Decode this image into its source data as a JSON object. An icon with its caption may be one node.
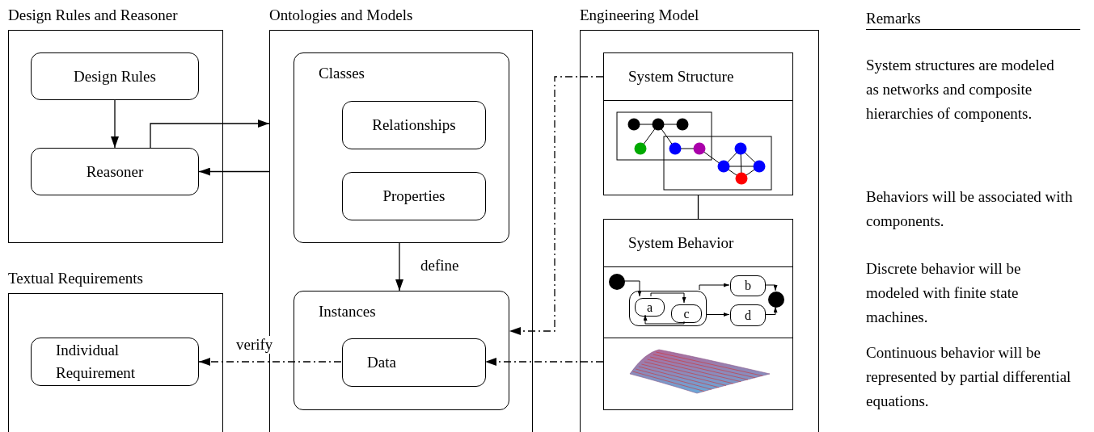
{
  "diagram": {
    "nodes": [
      {
        "text": [
          "Design Rules and Reasoner"
        ]
      },
      {
        "text": [
          "Design Rules"
        ],
        "in": 0
      },
      {
        "text": [
          "Reasoner"
        ],
        "in": 0
      },
      {
        "text": [
          "Ontologies and Models"
        ]
      },
      {
        "text": [
          "Classes"
        ],
        "in": 3
      },
      {
        "text": [
          "Relationships"
        ],
        "in": 4
      },
      {
        "text": [
          "Properties"
        ],
        "in": 4
      },
      {
        "text": [
          "Instances"
        ],
        "in": 3
      },
      {
        "text": [
          "Data"
        ],
        "in": 7
      },
      {
        "text": [
          "Textual Requirements"
        ]
      },
      {
        "text": [
          "Individual Requirement"
        ],
        "in": 9
      },
      {
        "text": [
          "Engineering Model"
        ]
      },
      {
        "text": [
          "System Structure"
        ],
        "in": 11
      },
      {
        "text": [],
        "shape": "picture",
        "in": 11
      },
      {
        "text": [
          "System Behavior"
        ],
        "in": 11
      },
      {
        "text": [],
        "shape": "box",
        "in": 11
      },
      {
        "text": [],
        "shape": "box",
        "in": 15
      },
      {
        "text": [],
        "shape": "circle",
        "in": 15
      },
      {
        "text": [
          "a"
        ],
        "in": 16
      },
      {
        "text": [
          "c"
        ],
        "in": 16
      },
      {
        "text": [
          "b"
        ],
        "in": 15
      },
      {
        "text": [
          "d"
        ],
        "in": 15
      },
      {
        "text": [],
        "shape": "circle",
        "in": 15
      },
      {
        "text": [],
        "shape": "picture",
        "in": 11
      }
    ],
    "edges": [
      {
        "from": 1,
        "to": 2,
        "arrow": "to"
      },
      {
        "from": 2,
        "to": 3,
        "arrow": "to"
      },
      {
        "from": 3,
        "to": 2,
        "arrow": "to"
      },
      {
        "from": 4,
        "to": 7,
        "arrow": "to",
        "label": "define"
      },
      {
        "from": 8,
        "to": 10,
        "arrow": "to",
        "label": "verify",
        "style": "dashed"
      },
      {
        "from": 12,
        "to": 7,
        "arrow": "to",
        "style": "dashed"
      },
      {
        "from": 23,
        "to": 8,
        "arrow": "to",
        "style": "dashed"
      },
      {
        "from": 13,
        "to": 14,
        "arrow": "none"
      },
      {
        "from": 17,
        "to": 18,
        "arrow": "to"
      },
      {
        "from": 18,
        "to": 19,
        "arrow": "to"
      },
      {
        "from": 19,
        "to": 18,
        "arrow": "to"
      },
      {
        "from": 16,
        "to": 20,
        "arrow": "to"
      },
      {
        "from": 16,
        "to": 21,
        "arrow": "to"
      },
      {
        "from": 20,
        "to": 22,
        "arrow": "to"
      },
      {
        "from": 21,
        "to": 22,
        "arrow": "to"
      }
    ],
    "labels": [
      "Remarks",
      "System structures are modeled as networks and composite hierarchies of components.",
      "Behaviors will be associated with components.",
      "Discrete behavior will be modeled with finite state machines.",
      "Continuous behavior will be represented by partial differential equations."
    ]
  }
}
